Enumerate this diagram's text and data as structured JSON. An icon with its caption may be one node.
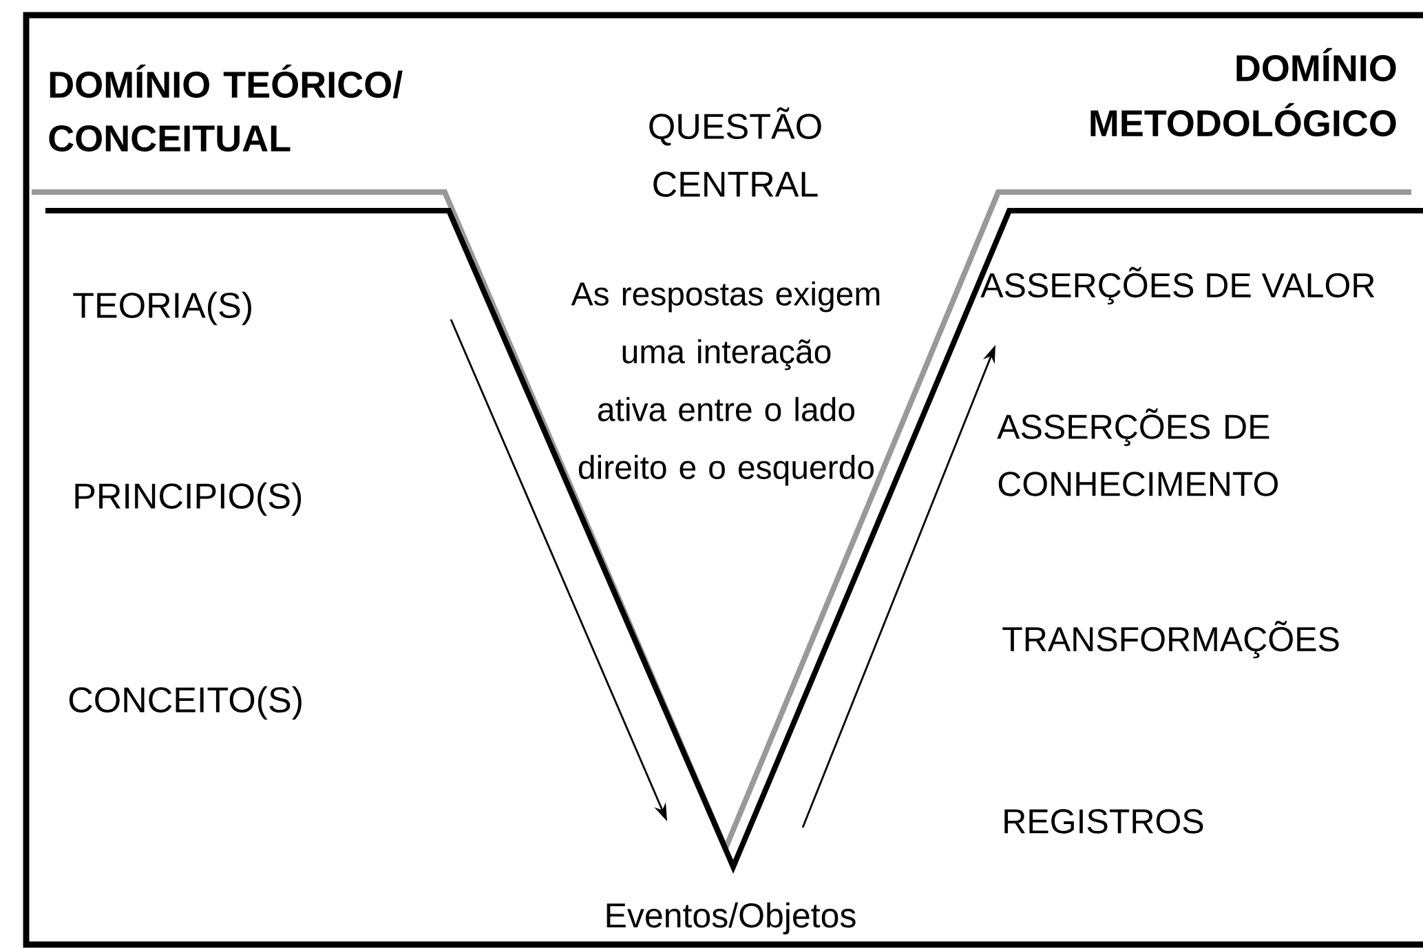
{
  "diagram": {
    "labels": [
      "DOMÍNIO TEÓRICO/ CONCEITUAL",
      "DOMÍNIO METODOLÓGICO",
      "QUESTÃO CENTRAL",
      "As respostas exigem uma interação ativa entre o lado direito e o esquerdo",
      "TEORIA(S)",
      "ASSERÇÕES DE VALOR",
      "ASSERÇÕES DE CONHECIMENTO",
      "PRINCIPIO(S)",
      "TRANSFORMAÇÕES",
      "CONCEITO(S)",
      "REGISTROS",
      "Eventos/Objetos"
    ]
  }
}
